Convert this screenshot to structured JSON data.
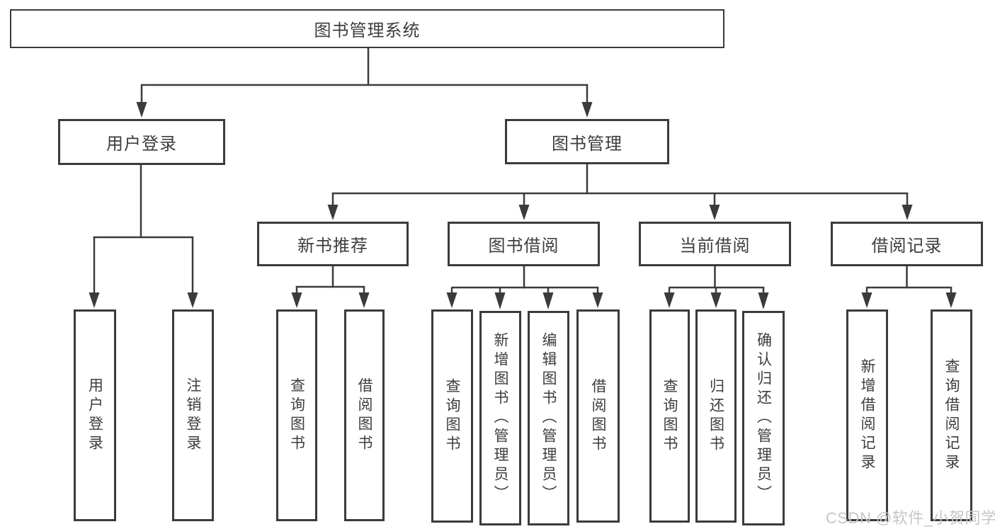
{
  "tree": {
    "label": "图书管理系统",
    "children": [
      {
        "label": "用户登录",
        "children": [
          {
            "label": "用户登录"
          },
          {
            "label": "注销登录"
          }
        ]
      },
      {
        "label": "图书管理",
        "children": [
          {
            "label": "新书推荐",
            "children": [
              {
                "label": "查询图书"
              },
              {
                "label": "借阅图书"
              }
            ]
          },
          {
            "label": "图书借阅",
            "children": [
              {
                "label": "查询图书"
              },
              {
                "label": "新增图书（管理员）"
              },
              {
                "label": "编辑图书（管理员）"
              },
              {
                "label": "借阅图书"
              }
            ]
          },
          {
            "label": "当前借阅",
            "children": [
              {
                "label": "查询图书"
              },
              {
                "label": "归还图书"
              },
              {
                "label": "确认归还（管理员）"
              }
            ]
          },
          {
            "label": "借阅记录",
            "children": [
              {
                "label": "新增借阅记录"
              },
              {
                "label": "查询借阅记录"
              }
            ]
          }
        ]
      }
    ]
  },
  "watermark": {
    "text": "CSDN @软件_小贺同学"
  },
  "colors": {
    "line": "#3b3b3b",
    "text": "#3d3d3d",
    "watermark": "#c6c6c6",
    "background": "#ffffff"
  }
}
